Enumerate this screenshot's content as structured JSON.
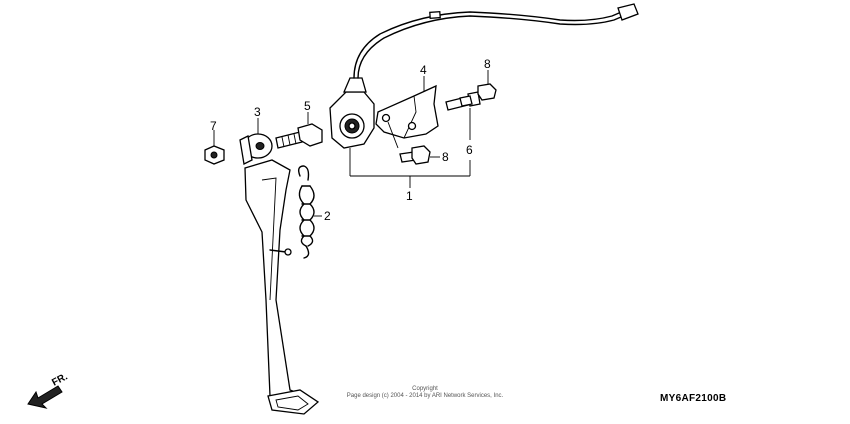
{
  "diagram": {
    "parts": [
      {
        "number": "1",
        "name": ""
      },
      {
        "number": "2",
        "name": ""
      },
      {
        "number": "3",
        "name": ""
      },
      {
        "number": "4",
        "name": ""
      },
      {
        "number": "5",
        "name": ""
      },
      {
        "number": "6",
        "name": ""
      },
      {
        "number": "7",
        "name": ""
      },
      {
        "number": "8",
        "name": ""
      },
      {
        "number": "8",
        "name": ""
      }
    ],
    "front_indicator": "FR.",
    "copyright_line1": "Copyright",
    "copyright_line2": "Page design (c) 2004 - 2014 by ARI Network Services, Inc.",
    "diagram_code": "MY6AF2100B"
  }
}
